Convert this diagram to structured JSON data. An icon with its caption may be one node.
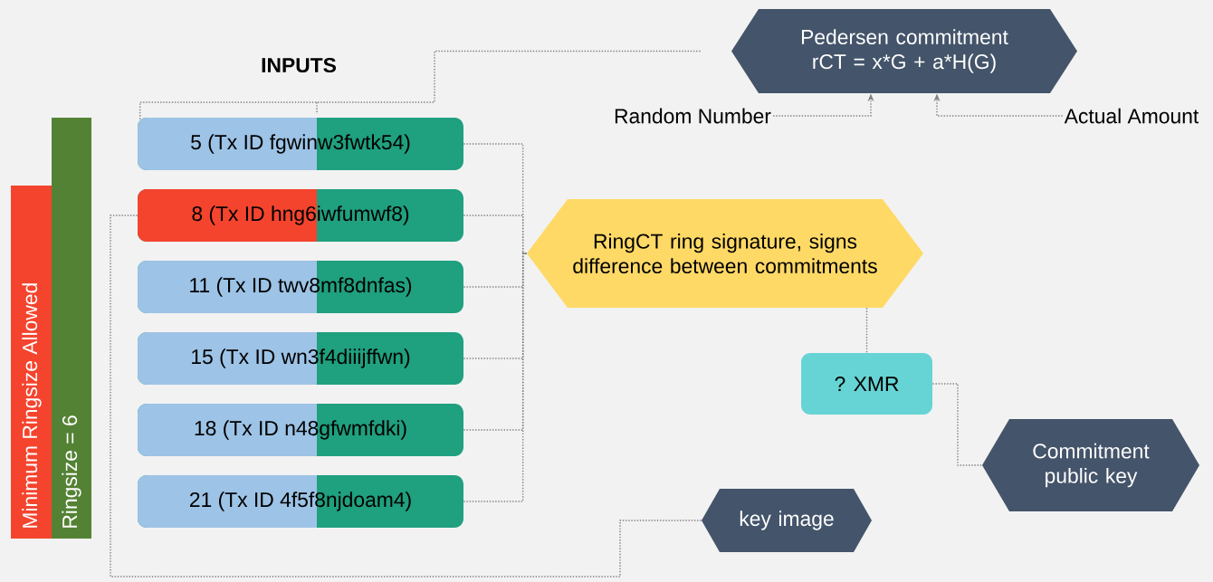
{
  "diagram": {
    "nodes": [
      {
        "text": [
          "Minimum Ringsize Allowed"
        ]
      },
      {
        "text": [
          "Ringsize = 6"
        ]
      },
      {
        "text": [
          "5 (Tx ID fgwinw3fwtk54)"
        ]
      },
      {
        "text": [
          "8 (Tx ID hng6iwfumwf8)"
        ]
      },
      {
        "text": [
          "11 (Tx ID twv8mf8dnfas)"
        ]
      },
      {
        "text": [
          "15 (Tx ID wn3f4diiijffwn)"
        ]
      },
      {
        "text": [
          "18 (Tx ID n48gfwmfdki)"
        ]
      },
      {
        "text": [
          "21 (Tx ID 4f5f8njdoam4)"
        ]
      },
      {
        "text": [
          "Pedersen commitment",
          "rCT = x*G + a*H(G)"
        ]
      },
      {
        "text": [
          "Random Number"
        ]
      },
      {
        "text": [
          "Actual Amount"
        ]
      },
      {
        "text": [
          "RingCT ring signature, signs difference between commitments"
        ]
      },
      {
        "text": [
          "? XMR"
        ]
      },
      {
        "text": [
          "Commitment public key"
        ]
      },
      {
        "text": [
          "key image"
        ]
      }
    ],
    "edges": [
      {
        "from": 2,
        "to": 8,
        "arrow": "none"
      },
      {
        "from": 2,
        "to": 11,
        "arrow": "none"
      },
      {
        "from": 3,
        "to": 11,
        "arrow": "none"
      },
      {
        "from": 4,
        "to": 11,
        "arrow": "none"
      },
      {
        "from": 5,
        "to": 11,
        "arrow": "none"
      },
      {
        "from": 6,
        "to": 11,
        "arrow": "none"
      },
      {
        "from": 7,
        "to": 11,
        "arrow": "none"
      },
      {
        "from": 9,
        "to": 8,
        "arrow": "to"
      },
      {
        "from": 10,
        "to": 8,
        "arrow": "to"
      },
      {
        "from": 11,
        "to": 12,
        "arrow": "none"
      },
      {
        "from": 12,
        "to": 13,
        "arrow": "none"
      },
      {
        "from": 3,
        "to": 14,
        "arrow": "none"
      }
    ],
    "labels": [
      "INPUTS"
    ]
  }
}
